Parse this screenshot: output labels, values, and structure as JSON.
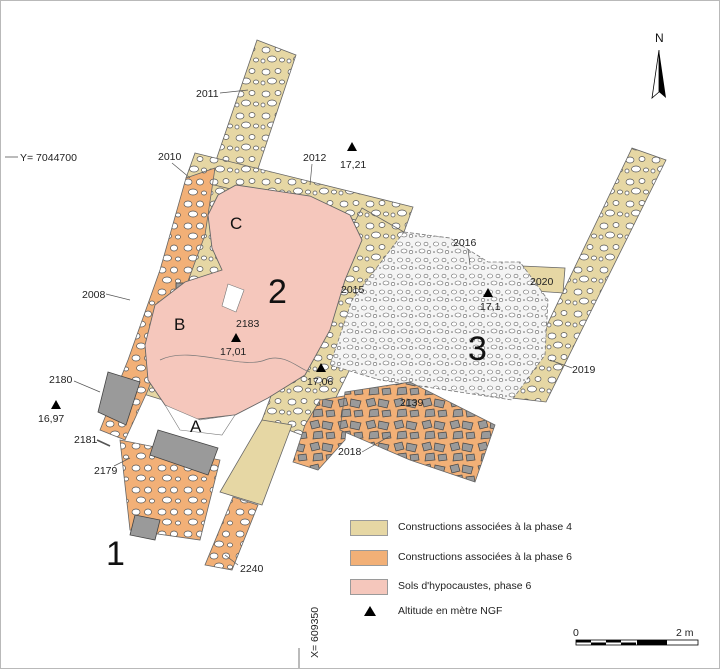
{
  "colors": {
    "phase4": "#e6d7a4",
    "phase6": "#f2b077",
    "hypocaust": "#f5c7bc",
    "grey_stone": "#9a9a9a",
    "rubble": "#f2f2f2"
  },
  "north": {
    "label": "N"
  },
  "coordinates": {
    "y_label": "Y= 7044700",
    "x_label": "X= 609350"
  },
  "features": {
    "f2011": "2011",
    "f2010": "2010",
    "f2012": "2012",
    "f2008": "2008",
    "f2180": "2180",
    "f2181": "2181",
    "f2179": "2179",
    "f2240": "2240",
    "f2015": "2015",
    "f2016": "2016",
    "f2020": "2020",
    "f2019": "2019",
    "f2139": "2139",
    "f2018": "2018",
    "f2183": "2183"
  },
  "spaces": {
    "room1": "1",
    "room2": "2",
    "room3": "3",
    "a": "A",
    "b": "B",
    "c": "C"
  },
  "altitudes": {
    "alt_2012": "17,21",
    "alt_room3": "17,1",
    "alt_2183": "17,01",
    "alt_2015": "17,06",
    "alt_2180": "16,97"
  },
  "legend": {
    "items": [
      {
        "label": "Constructions associées à la phase 4",
        "icon": "swatch-phase4"
      },
      {
        "label": "Constructions associées à la phase 6",
        "icon": "swatch-phase6"
      },
      {
        "label": "Sols d'hypocaustes, phase 6",
        "icon": "swatch-hypocaust"
      },
      {
        "label": "Altitude en mètre NGF",
        "icon": "triangle-icon"
      }
    ]
  },
  "scale": {
    "start": "0",
    "end": "2 m"
  }
}
